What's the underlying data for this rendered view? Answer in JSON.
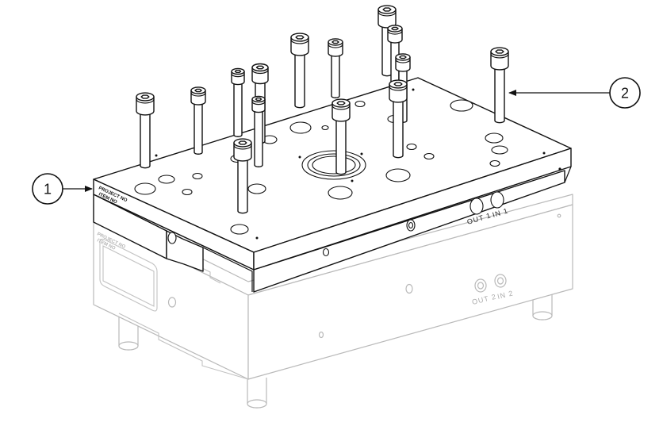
{
  "callouts": [
    {
      "number": "1"
    },
    {
      "number": "2"
    }
  ],
  "top_plate": {
    "port_out": "OUT 1",
    "port_in": "IN 1",
    "label_line_1": "PROJECT NO",
    "label_line_2": "ITEM NO"
  },
  "bottom_block": {
    "port_out": "OUT 2",
    "port_in": "IN 2",
    "label_line_1": "PROJECT NO",
    "label_line_2": "ITEM NO"
  }
}
